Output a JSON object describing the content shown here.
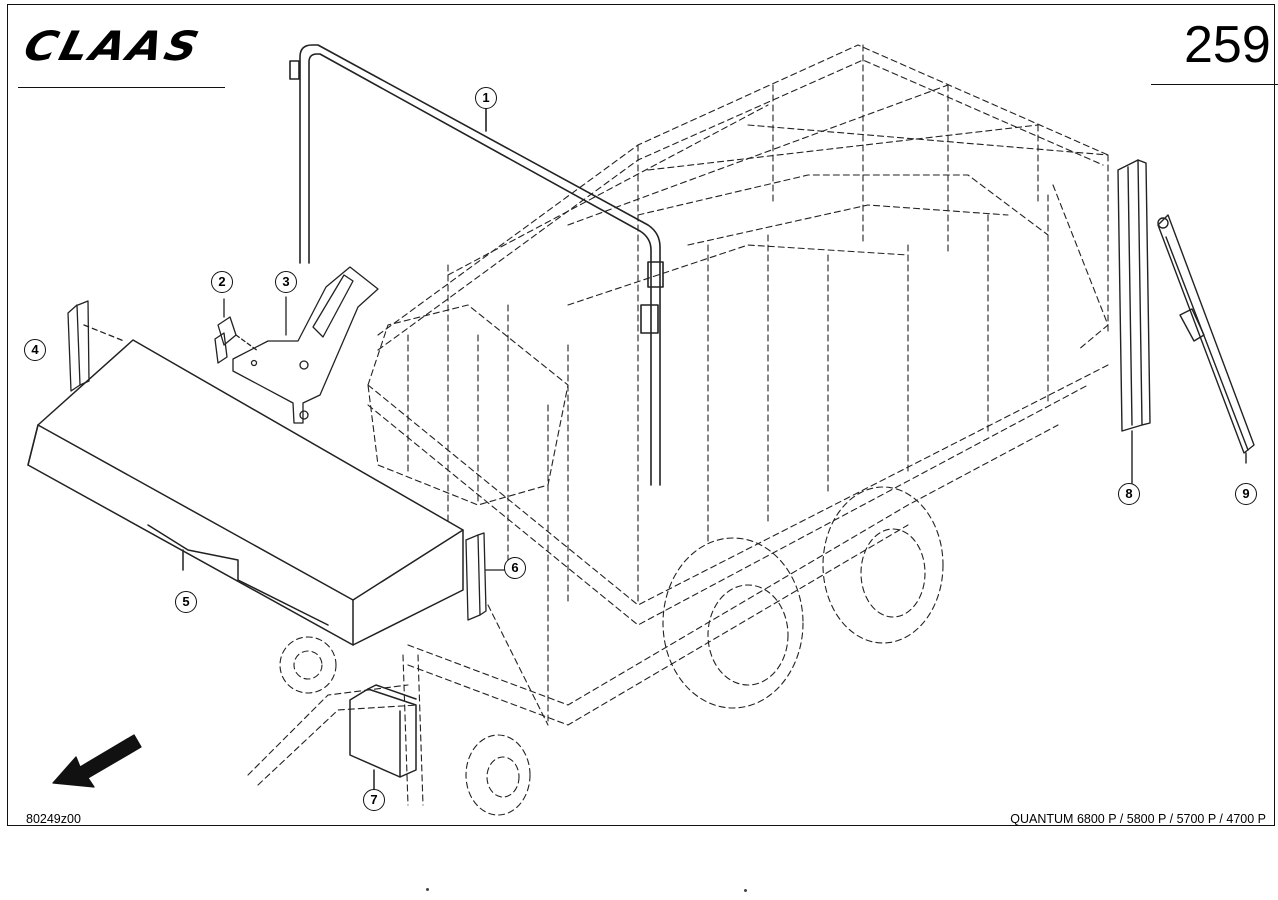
{
  "header": {
    "brand": "CLAAS",
    "page_number": "259"
  },
  "footer": {
    "drawing_number": "80249z00",
    "model_line": "QUANTUM 6800 P / 5800 P / 5700 P / 4700 P"
  },
  "callouts": [
    "1",
    "2",
    "3",
    "4",
    "5",
    "6",
    "7",
    "8",
    "9"
  ],
  "icons": {
    "direction_arrow": "travel-direction-arrow-icon"
  }
}
